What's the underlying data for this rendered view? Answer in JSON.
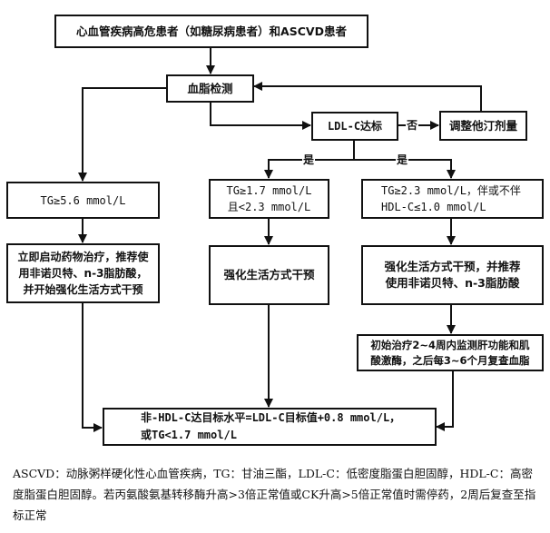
{
  "flowchart": {
    "nodes": {
      "start": "心血管疾病高危患者（如糖尿病患者）和ASCVD患者",
      "lipid_test": "血脂检测",
      "ldl_target": "LDL-C达标",
      "adjust_statin": "调整他汀剂量",
      "tg_high": "TG≥5.6 mmol/L",
      "tg_mid": "TG≥1.7 mmol/L\n且<2.3 mmol/L",
      "tg_upper": "TG≥2.3 mmol/L，伴或不伴\nHDL-C≤1.0 mmol/L",
      "action_high": "立即启动药物治疗，推荐使\n用非诺贝特、n-3脂肪酸，\n并开始强化生活方式干预",
      "action_mid": "强化生活方式干预",
      "action_upper": "强化生活方式干预，并推荐\n使用非诺贝特、n-3脂肪酸",
      "monitor": "初始治疗2~4周内监测肝功能和肌\n酸激酶，之后每3~6个月复查血脂",
      "goal": "非-HDL-C达目标水平=LDL-C目标值+0.8 mmol/L，\n或TG<1.7 mmol/L"
    },
    "edge_labels": {
      "no": "否",
      "yes_left": "是",
      "yes_right": "是"
    }
  },
  "caption": "ASCVD：动脉粥样硬化性心血管疾病，TG：甘油三酯，LDL-C：低密度脂蛋白胆固醇，HDL-C：高密度脂蛋白胆固醇。若丙氨酸氨基转移酶升高>3倍正常值或CK升高>5倍正常值时需停药，2周后复查至指标正常",
  "colors": {
    "line": "#111111",
    "background": "#ffffff"
  }
}
